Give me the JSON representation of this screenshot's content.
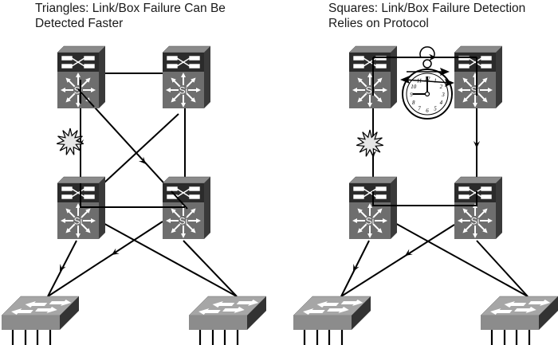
{
  "panels": [
    {
      "title_line1": "Triangles: Link/Box Failure Can Be",
      "title_line2": "Detected Faster",
      "topology": "triangles",
      "nodes": {
        "core": [
          {
            "label": "Si"
          },
          {
            "label": "Si"
          }
        ],
        "distribution": [
          {
            "label": "Si"
          },
          {
            "label": "Si"
          }
        ],
        "access": [
          {
            "type": "switch"
          },
          {
            "type": "switch"
          }
        ]
      },
      "failure_marker": "link-failure-burst",
      "timer_icon": null
    },
    {
      "title_line1": "Squares: Link/Box Failure Detection",
      "title_line2": "Relies on Protocol",
      "topology": "squares",
      "nodes": {
        "core": [
          {
            "label": "Si"
          },
          {
            "label": "Si"
          }
        ],
        "distribution": [
          {
            "label": "Si"
          },
          {
            "label": "Si"
          }
        ],
        "access": [
          {
            "type": "switch"
          },
          {
            "type": "switch"
          }
        ]
      },
      "failure_marker": "link-failure-burst",
      "timer_icon": "stopwatch",
      "stopwatch_numbers": [
        "12",
        "1",
        "2",
        "3",
        "4",
        "5",
        "6",
        "7",
        "8",
        "9",
        "10",
        "11"
      ]
    }
  ],
  "colors": {
    "router_top": "#2b2b2b",
    "router_body": "#6e6e6e",
    "router_side": "#3a3a3a",
    "router_cap": "#8a8a8a",
    "switch_top": "#a6a6a6",
    "switch_front": "#8c8c8c",
    "switch_side": "#333333",
    "burst": "#e6e6e6",
    "line": "#000000"
  }
}
